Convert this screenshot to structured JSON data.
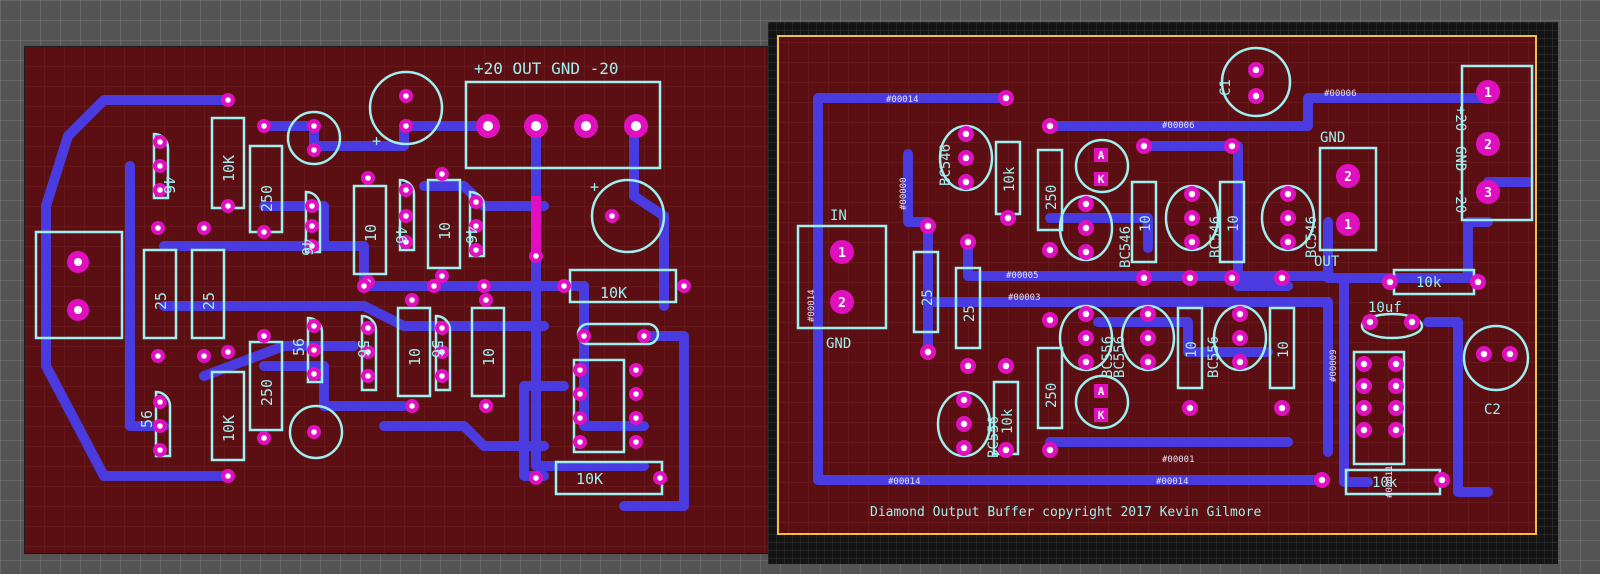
{
  "colors": {
    "workspace": "#545454",
    "board": "#5c0f12",
    "trace": "#4a3be0",
    "pad_outer": "#e010c0",
    "pad_inner": "#ffffff",
    "silkscreen": "#9ff0f0",
    "board_edge": "#f0c040",
    "right_frame": "#141414",
    "pad_number": "#ffffff"
  },
  "left_board": {
    "header_label": "+20 OUT GND -20",
    "resistors": [
      {
        "id": "r1",
        "label": "10K"
      },
      {
        "id": "r2",
        "label": "250"
      },
      {
        "id": "r3",
        "label": "25"
      },
      {
        "id": "r4",
        "label": "25"
      },
      {
        "id": "r5",
        "label": "10"
      },
      {
        "id": "r6",
        "label": "10"
      },
      {
        "id": "r7",
        "label": "10K"
      },
      {
        "id": "r8",
        "label": "250"
      },
      {
        "id": "r9",
        "label": "10"
      },
      {
        "id": "r10",
        "label": "10"
      },
      {
        "id": "r11",
        "label": "10K"
      },
      {
        "id": "r12",
        "label": "10K"
      }
    ],
    "transistors": [
      {
        "id": "q1",
        "label": "46"
      },
      {
        "id": "q2",
        "label": "56"
      },
      {
        "id": "q3",
        "label": "46"
      },
      {
        "id": "q4",
        "label": "46"
      },
      {
        "id": "q5",
        "label": "46"
      },
      {
        "id": "q6",
        "label": "56"
      },
      {
        "id": "q7",
        "label": "56"
      },
      {
        "id": "q8",
        "label": "56"
      }
    ],
    "cap_polarity": "+",
    "cap2_polarity": "+"
  },
  "right_board": {
    "in_label": "IN",
    "gnd_label": "GND",
    "out_label": "OUT",
    "gnd_right_label": "GND",
    "plus20_label": "+20",
    "gnd_vertical_label": "GND",
    "minus20_label": "-20",
    "c1_label": "C1",
    "c2_label": "C2",
    "cap_label": "10uf",
    "copyright": "Diamond Output Buffer copyright 2017 Kevin Gilmore",
    "resistors": [
      {
        "id": "rr1",
        "label": "10k"
      },
      {
        "id": "rr2",
        "label": "250"
      },
      {
        "id": "rr3",
        "label": "25"
      },
      {
        "id": "rr4",
        "label": "25"
      },
      {
        "id": "rr5",
        "label": "10"
      },
      {
        "id": "rr6",
        "label": "10"
      },
      {
        "id": "rr7",
        "label": "10"
      },
      {
        "id": "rr8",
        "label": "10"
      },
      {
        "id": "rr9",
        "label": "250"
      },
      {
        "id": "rr10",
        "label": "10k"
      },
      {
        "id": "rr11",
        "label": "10k"
      },
      {
        "id": "rr12",
        "label": "10k"
      }
    ],
    "transistors": [
      {
        "id": "tq1",
        "label": "BC546"
      },
      {
        "id": "tq2",
        "label": "BC556"
      },
      {
        "id": "tq3",
        "label": "BC546"
      },
      {
        "id": "tq4",
        "label": "BC546"
      },
      {
        "id": "tq5",
        "label": "BC546"
      },
      {
        "id": "tq6",
        "label": "BC556"
      },
      {
        "id": "tq7",
        "label": "BC556"
      },
      {
        "id": "tq8",
        "label": "BC556"
      }
    ],
    "diode_a": "A",
    "diode_k": "K",
    "net_labels": {
      "n14": "#00014",
      "n6": "#00006",
      "n0": "#00000",
      "n5": "#00005",
      "n3": "#00003",
      "n1": "#00001",
      "n9": "#00009",
      "n11": "#00011"
    },
    "pad_numbers": {
      "one": "1",
      "two": "2",
      "three": "3"
    }
  }
}
